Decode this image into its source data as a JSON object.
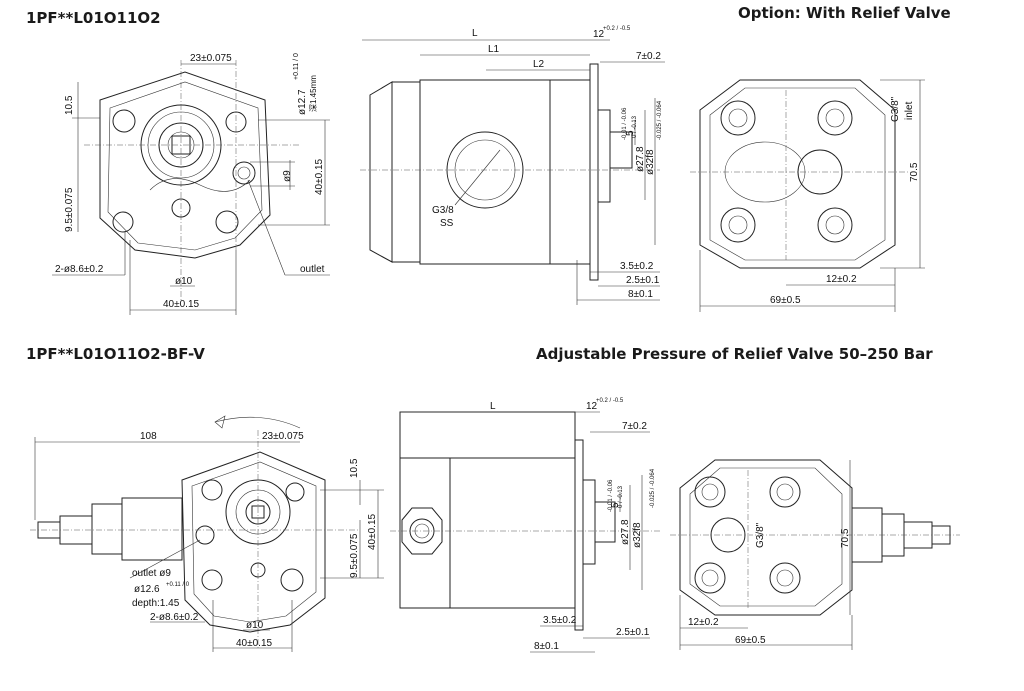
{
  "titles": {
    "top_left": "1PF**L01O11O2",
    "top_right": "Option: With Relief Valve",
    "bottom_left": "1PF**L01O11O2-BF-V",
    "bottom_right": "Adjustable Pressure of Relief Valve   50–250 Bar"
  },
  "top": {
    "front": {
      "d_23": "23±0.075",
      "d_105": "10.5",
      "d_95": "9.5±0.075",
      "d_127": "ø12.7",
      "d_127_tol": "+0.11 / 0",
      "d_depth": "深1.45mm",
      "d_9": "ø9",
      "d_40v": "40±0.15",
      "d_holes": "2-ø8.6±0.2",
      "d_10": "ø10",
      "d_40h": "40±0.15",
      "outlet": "outlet"
    },
    "side": {
      "L": "L",
      "L1": "L1",
      "L2": "L2",
      "d_12": "12",
      "d_12_tol": "+0.2 / -0.5",
      "d_7": "7±0.2",
      "d_g38": "G3/8",
      "d_ss": "SS",
      "d_5": "5",
      "d_5_tol": "-0.01 / -0.06",
      "d_278": "ø27.8",
      "d_278_tol": "0 / -0.13",
      "d_32": "ø32f8",
      "d_32_tol": "-0.025 / -0.064",
      "d_35": "3.5±0.2",
      "d_25": "2.5±0.1",
      "d_8": "8±0.1"
    },
    "rear": {
      "d_g38": "G3/8\"",
      "inlet": "inlet",
      "d_705": "70.5",
      "d_12": "12±0.2",
      "d_69": "69±0.5"
    }
  },
  "bottom": {
    "front": {
      "d_108": "108",
      "d_23": "23±0.075",
      "d_105": "10.5",
      "d_40v": "40±0.15",
      "d_95": "9.5±0.075",
      "outlet": "outlet ø9",
      "d_126": "ø12.6",
      "d_126_tol": "+0.11 / 0",
      "depth": "depth:1.45",
      "d_holes": "2-ø8.6±0.2",
      "d_10": "ø10",
      "d_40h": "40±0.15"
    },
    "side": {
      "L": "L",
      "d_12": "12",
      "d_12_tol": "+0.2 / -0.5",
      "d_7": "7±0.2",
      "d_5": "5",
      "d_5_tol": "-0.01 / -0.06",
      "d_278": "ø27.8",
      "d_278_tol": "0 / -0.13",
      "d_32": "ø32f8",
      "d_32_tol": "-0.025 / -0.064",
      "d_35": "3.5±0.2",
      "d_25": "2.5±0.1",
      "d_8": "8±0.1"
    },
    "rear": {
      "d_g38": "G3/8\"",
      "d_705": "70.5",
      "d_12": "12±0.2",
      "d_69": "69±0.5"
    }
  }
}
